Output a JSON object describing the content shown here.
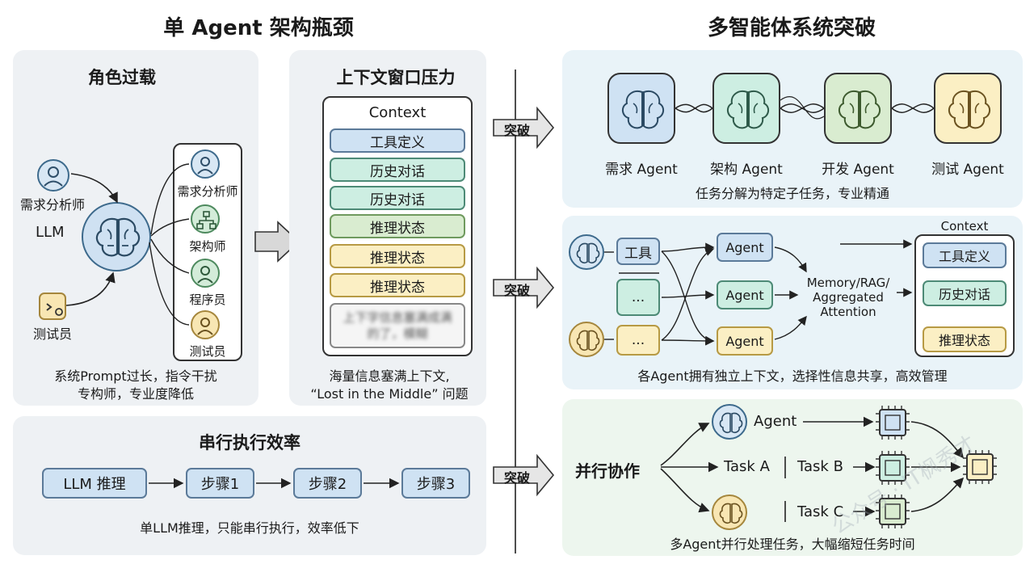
{
  "left": {
    "title": "单 Agent 架构瓶颈",
    "role_overload": {
      "title": "角色过载",
      "user_top": "需求分析师",
      "llm": "LLM",
      "user_bottom": "测试员",
      "roles": [
        "需求分析师",
        "架构师",
        "程序员",
        "测试员"
      ],
      "caption_1": "系统Prompt过长，指令干扰",
      "caption_2": "专构师，专业度降低"
    },
    "context_pressure": {
      "title": "上下文窗口压力",
      "context_label": "Context",
      "items": [
        "工具定义",
        "历史对话",
        "历史对话",
        "推理状态",
        "推理状态",
        "推理状态"
      ],
      "overflow": "上下字信息塞满成满的了，模糊",
      "caption_1": "海量信息塞满上下文,",
      "caption_2": "“Lost in the Middle” 问题"
    },
    "serial": {
      "title": "串行执行效率",
      "steps": [
        "LLM 推理",
        "步骤1",
        "步骤2",
        "步骤3"
      ],
      "caption": "单LLM推理，只能串行执行，效率低下"
    }
  },
  "breakthrough": "突破",
  "right": {
    "title": "多智能体系统突破",
    "specialization": {
      "agents": [
        "需求 Agent",
        "架构 Agent",
        "开发 Agent",
        "测试 Agent"
      ],
      "caption": "任务分解为特定子任务，专业精通"
    },
    "context_mgmt": {
      "tool": "工具",
      "ellipsis": "...",
      "agent": "Agent",
      "memory_1": "Memory/RAG/",
      "memory_2": "Aggregated",
      "memory_3": "Attention",
      "context_label": "Context",
      "items": [
        "工具定义",
        "历史对话",
        "推理状态"
      ],
      "caption": "各Agent拥有独立上下文，选择性信息共享，高效管理"
    },
    "parallel": {
      "title": "并行协作",
      "agent": "Agent",
      "task_a": "Task A",
      "task_b": "Task B",
      "task_c": "Task C",
      "caption": "多Agent并行处理任务，大幅缩短任务时间"
    }
  },
  "watermark": "公众号 · IT枫秀才",
  "colors": {
    "blue": "#cfe2f3",
    "teal": "#cdeee2",
    "green": "#d9ecd0",
    "yellow": "#fbefc4"
  }
}
